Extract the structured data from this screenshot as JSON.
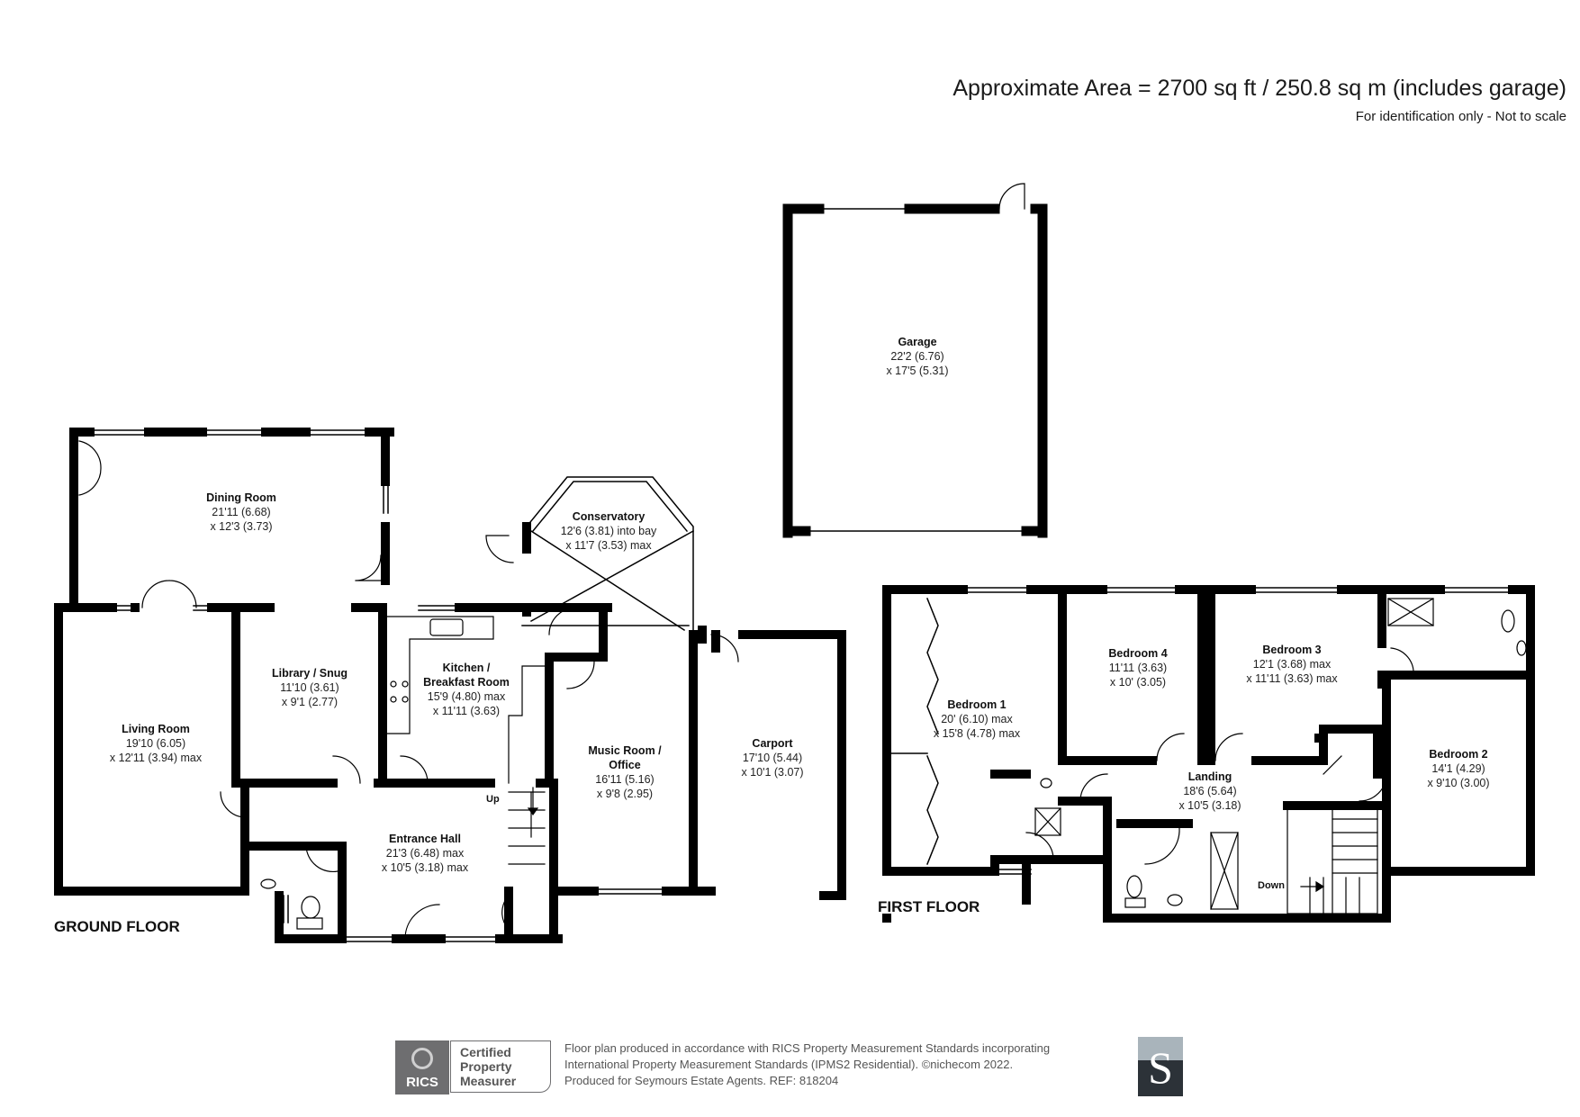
{
  "header": {
    "title": "Approximate Area = 2700 sq ft / 250.8 sq m (includes garage)",
    "subtitle": "For identification only - Not to scale"
  },
  "floors": {
    "ground": "GROUND FLOOR",
    "first": "FIRST FLOOR"
  },
  "rooms": {
    "garage": {
      "name": "Garage",
      "dim1": "22'2 (6.76)",
      "dim2": "x 17'5 (5.31)"
    },
    "dining": {
      "name": "Dining Room",
      "dim1": "21'11 (6.68)",
      "dim2": "x 12'3 (3.73)"
    },
    "conservatory": {
      "name": "Conservatory",
      "dim1": "12'6 (3.81) into bay",
      "dim2": "x 11'7 (3.53) max"
    },
    "living": {
      "name": "Living Room",
      "dim1": "19'10 (6.05)",
      "dim2": "x 12'11 (3.94) max"
    },
    "library": {
      "name": "Library / Snug",
      "dim1": "11'10 (3.61)",
      "dim2": "x 9'1 (2.77)"
    },
    "kitchen": {
      "name1": "Kitchen /",
      "name2": "Breakfast Room",
      "dim1": "15'9 (4.80) max",
      "dim2": "x 11'11 (3.63)"
    },
    "music": {
      "name1": "Music Room /",
      "name2": "Office",
      "dim1": "16'11 (5.16)",
      "dim2": "x 9'8 (2.95)"
    },
    "carport": {
      "name": "Carport",
      "dim1": "17'10 (5.44)",
      "dim2": "x 10'1 (3.07)"
    },
    "hall": {
      "name": "Entrance Hall",
      "dim1": "21'3 (6.48) max",
      "dim2": "x 10'5 (3.18) max"
    },
    "bed1": {
      "name": "Bedroom 1",
      "dim1": "20' (6.10) max",
      "dim2": "x 15'8 (4.78) max"
    },
    "bed4": {
      "name": "Bedroom 4",
      "dim1": "11'11 (3.63)",
      "dim2": "x 10' (3.05)"
    },
    "bed3": {
      "name": "Bedroom 3",
      "dim1": "12'1 (3.68) max",
      "dim2": "x 11'11 (3.63) max"
    },
    "bed2": {
      "name": "Bedroom 2",
      "dim1": "14'1 (4.29)",
      "dim2": "x 9'10 (3.00)"
    },
    "landing": {
      "name": "Landing",
      "dim1": "18'6 (5.64)",
      "dim2": "x 10'5 (3.18)"
    }
  },
  "stairs": {
    "up": "Up",
    "down": "Down"
  },
  "footer": {
    "rics": "RICS",
    "cert_line1": "Certified",
    "cert_line2": "Property",
    "cert_line3": "Measurer",
    "line1": "Floor plan produced in accordance with RICS Property Measurement Standards incorporating",
    "line2": "International Property Measurement Standards (IPMS2 Residential).   ©nichecom 2022.",
    "line3": "Produced for Seymours Estate Agents.   REF:  818204",
    "agent_logo": "S"
  },
  "colors": {
    "wall": "#000000",
    "logo_top": "#a9b4bb",
    "logo_bottom": "#2c3238",
    "rics_grey": "#6e6e70"
  }
}
